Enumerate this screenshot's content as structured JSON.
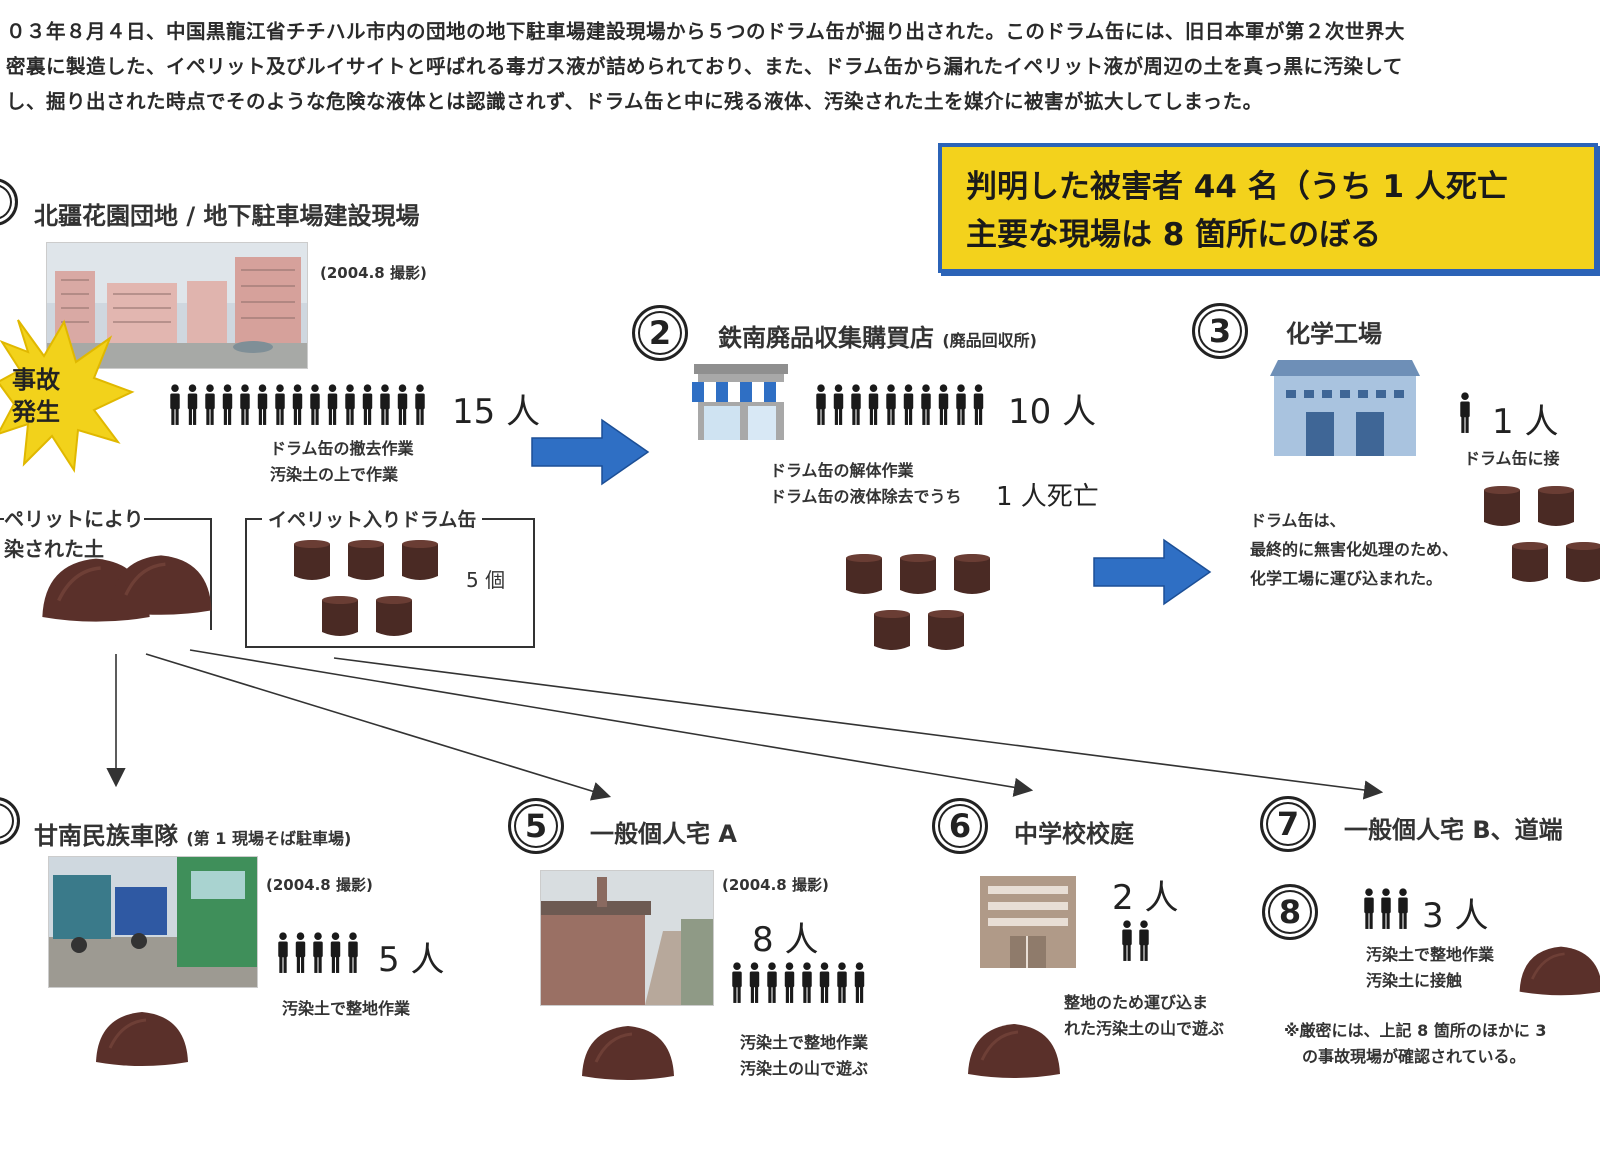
{
  "intro": {
    "line1": "０３年８月４日、中国黒龍江省チチハル市内の団地の地下駐車場建設現場から５つのドラム缶が掘り出された。このドラム缶には、旧日本軍が第２次世界大",
    "line2": "密裏に製造した、イペリット及びルイサイトと呼ばれる毒ガス液が詰められており、また、ドラム缶から漏れたイペリット液が周辺の土を真っ黒に汚染して",
    "line3": "し、掘り出された時点でそのような危険な液体とは認識されず、ドラム缶と中に残る液体、汚染された土を媒介に被害が拡大してしまった。"
  },
  "summary": {
    "line1": "判明した被害者 44 名（うち 1 人死亡",
    "line2": "主要な現場は 8 箇所にのぼる"
  },
  "site1": {
    "title": "北疆花園団地 / 地下駐車場建設現場",
    "photo_note": "(2004.8 撮影)",
    "burst": [
      "事故",
      "発生"
    ],
    "count": "15 人",
    "captions": [
      "ドラム缶の撤去作業",
      "汚染土の上で作業"
    ],
    "soil_label": [
      "ペリットにより",
      "染された土"
    ],
    "drum_box_label": "イペリット入りドラム缶",
    "drum_count": "5 個"
  },
  "site2": {
    "number": "2",
    "title": "鉄南廃品収集購買店",
    "subtitle": "(廃品回収所)",
    "count": "10 人",
    "caption_line1": "ドラム缶の解体作業",
    "caption_line2": "ドラム缶の液体除去でうち",
    "death": "1 人死亡"
  },
  "site3": {
    "number": "3",
    "title": "化学工場",
    "count": "1 人",
    "caption_right": "ドラム缶に接",
    "captions": [
      "ドラム缶は、",
      "最終的に無害化処理のため、",
      "化学工場に運び込まれた。"
    ]
  },
  "site4": {
    "title": "甘南民族車隊",
    "subtitle": "(第 1 現場そば駐車場)",
    "photo_note": "(2004.8 撮影)",
    "count": "5 人",
    "caption": "汚染土で整地作業"
  },
  "site5": {
    "number": "5",
    "title": "一般個人宅 A",
    "photo_note": "(2004.8 撮影)",
    "count": "8 人",
    "captions": [
      "汚染土で整地作業",
      "汚染土の山で遊ぶ"
    ]
  },
  "site6": {
    "number": "6",
    "title": "中学校校庭",
    "count": "2 人",
    "captions": [
      "整地のため運び込ま",
      "れた汚染土の山で遊ぶ"
    ]
  },
  "site7": {
    "number": "7",
    "title": "一般個人宅 B、道端"
  },
  "site8": {
    "number": "8",
    "count": "3 人",
    "captions": [
      "汚染土で整地作業",
      "汚染土に接触"
    ],
    "note": [
      "※厳密には、上記 8 箇所のほかに 3",
      "の事故現場が確認されている。"
    ]
  },
  "colors": {
    "arrow_blue": "#2f6fc4",
    "drum": "#4a2a24",
    "soil": "#5a302a",
    "summary_bg": "#f3d21c",
    "summary_border": "#2b63b7",
    "burst": "#f2d21b"
  },
  "icons": {
    "person": "person-icon",
    "drum": "drum-icon",
    "soil": "soil-mound-icon",
    "shop": "shop-icon",
    "factory": "factory-icon",
    "school": "school-building-icon",
    "arrow": "arrow-right-icon"
  }
}
